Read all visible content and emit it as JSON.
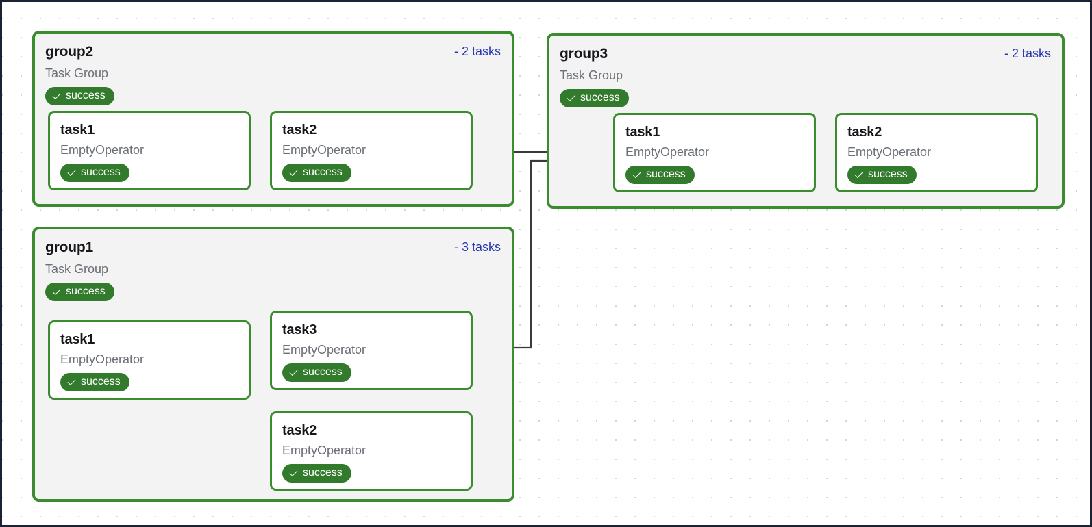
{
  "canvas": {
    "background": "#ffffff",
    "dot_color": "#c3c7ce",
    "border_color": "#1b2233",
    "group_border_color": "#3b8c2e",
    "group_fill": "#f3f3f3",
    "task_fill": "#ffffff",
    "badge_color": "#327a2c",
    "count_color": "#2636b0",
    "edge_color": "#3a3a3a"
  },
  "groups": [
    {
      "id": "group2",
      "title": "group2",
      "subtitle": "Task Group",
      "status": "success",
      "count_label": "- 2 tasks",
      "tasks": [
        {
          "id": "group2-task1",
          "title": "task1",
          "operator": "EmptyOperator",
          "status": "success"
        },
        {
          "id": "group2-task2",
          "title": "task2",
          "operator": "EmptyOperator",
          "status": "success"
        }
      ]
    },
    {
      "id": "group3",
      "title": "group3",
      "subtitle": "Task Group",
      "status": "success",
      "count_label": "- 2 tasks",
      "tasks": [
        {
          "id": "group3-task1",
          "title": "task1",
          "operator": "EmptyOperator",
          "status": "success"
        },
        {
          "id": "group3-task2",
          "title": "task2",
          "operator": "EmptyOperator",
          "status": "success"
        }
      ]
    },
    {
      "id": "group1",
      "title": "group1",
      "subtitle": "Task Group",
      "status": "success",
      "count_label": "- 3 tasks",
      "tasks": [
        {
          "id": "group1-task1",
          "title": "task1",
          "operator": "EmptyOperator",
          "status": "success"
        },
        {
          "id": "group1-task3",
          "title": "task3",
          "operator": "EmptyOperator",
          "status": "success"
        },
        {
          "id": "group1-task2",
          "title": "task2",
          "operator": "EmptyOperator",
          "status": "success"
        }
      ]
    }
  ]
}
